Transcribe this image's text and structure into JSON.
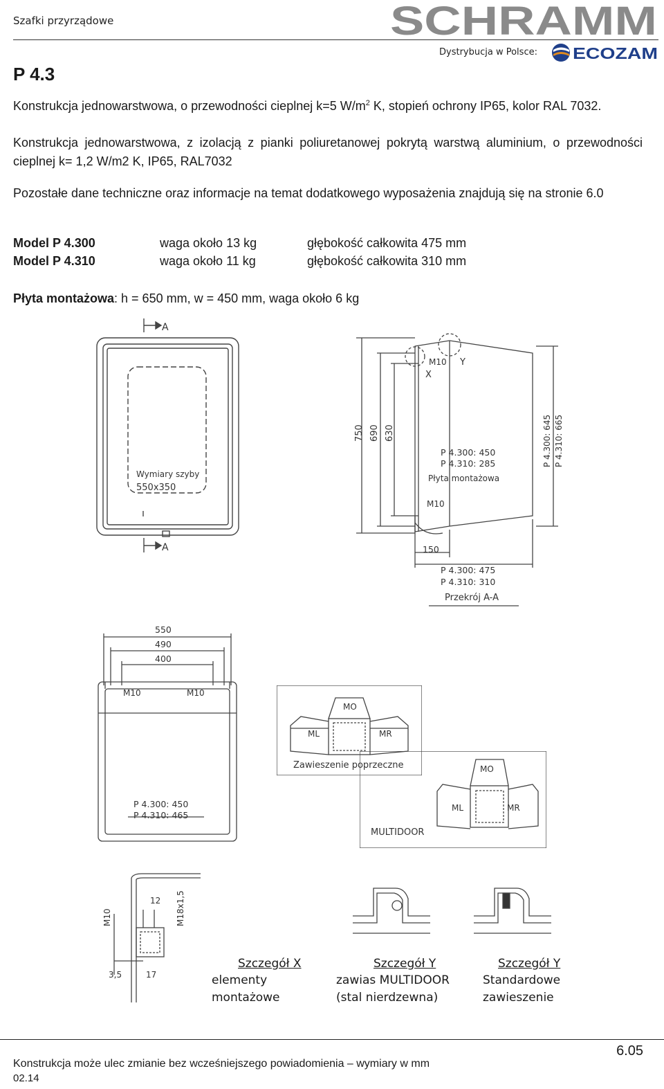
{
  "header": {
    "category": "Szafki przyrządowe",
    "brand": "SCHRAMM",
    "distributor_label": "Dystrybucja w Polsce:",
    "distributor_brand": "ECOZAM"
  },
  "product_code": "P 4.3",
  "description": {
    "line1_pre": "Konstrukcja jednowarstwowa, o przewodności cieplnej k=5 W/m",
    "line1_sup": "2",
    "line1_post": " K, stopień ochrony IP65, kolor  RAL 7032.",
    "line2": "Konstrukcja jednowarstwowa, z izolacją z pianki poliuretanowej pokrytą warstwą aluminium, o przewodności cieplnej k= 1,2 W/m2 K, IP65, RAL7032",
    "line3": "Pozostałe dane techniczne oraz informacje na temat dodatkowego wyposażenia znajdują się na stronie 6.0"
  },
  "models": [
    {
      "name": "Model P 4.300",
      "weight": "waga około 13 kg",
      "depth": "głębokość całkowita 475 mm"
    },
    {
      "name": "Model P 4.310",
      "weight": "waga około 11 kg",
      "depth": "głębokość całkowita 310 mm"
    }
  ],
  "mounting_plate": {
    "label": "Płyta montażowa",
    "value": ": h = 650 mm, w = 450 mm, waga około 6 kg"
  },
  "drawings": {
    "front": {
      "section": "A",
      "glass_label_1": "Wymiary szyby",
      "glass_label_2": "550x350"
    },
    "section": {
      "dims": [
        "750",
        "690",
        "630"
      ],
      "thread_top": "M10",
      "detail_x": "X",
      "detail_y": "Y",
      "right_dim_1": "P 4.300: 645",
      "right_dim_2": "P 4.310: 665",
      "plate_1": "P  4.300:  450",
      "plate_2": "P  4.310:  285",
      "plate_label": "Płyta montażowa",
      "thread_bottom": "M10",
      "offset": "150",
      "depth_1": "P  4.300:  475",
      "depth_2": "P  4.310:  310",
      "caption": "Przekrój A-A"
    },
    "top": {
      "dims": [
        "550",
        "490",
        "400"
      ],
      "thread_l": "M10",
      "thread_r": "M10",
      "depth_1": "P  4.300:  450",
      "depth_2": "P  4.310:  465"
    },
    "hinge_cross": {
      "mo": "MO",
      "ml": "ML",
      "mr": "MR",
      "caption": "Zawieszenie poprzeczne"
    },
    "multidoor": {
      "mo": "MO",
      "ml": "ML",
      "mr": "MR",
      "caption": "MULTIDOOR"
    },
    "detail_x": {
      "m10": "M10",
      "d12": "12",
      "m18": "M18x1,5",
      "d35": "3,5",
      "d17": "17"
    },
    "captions": {
      "x_title": "Szczegół X",
      "x_l1": "elementy",
      "x_l2": "montażowe",
      "y_title": "Szczegół Y",
      "y_l1": "zawias MULTIDOOR",
      "y_l2": "(stal nierdzewna)",
      "z_title": "Szczegół Y",
      "z_l1": "Standardowe",
      "z_l2": "zawieszenie"
    }
  },
  "footer": {
    "page": "6.05",
    "disclaimer": "Konstrukcja może ulec zmianie bez wcześniejszego powiadomienia – wymiary w mm",
    "date": "02.14"
  }
}
